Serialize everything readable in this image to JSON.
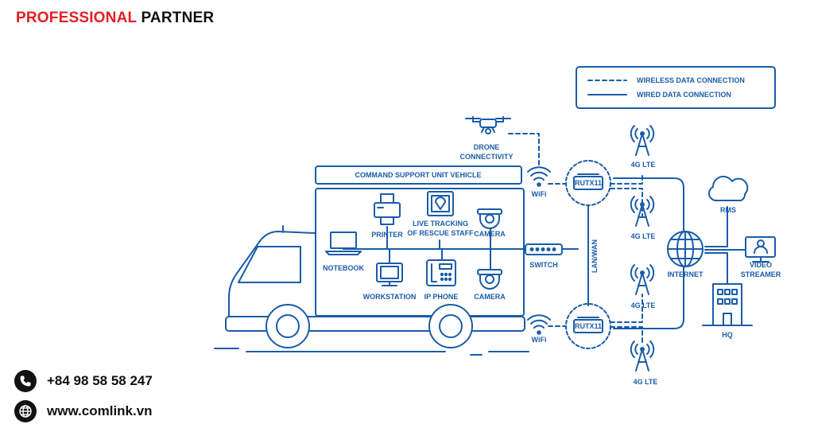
{
  "brand": {
    "word1": "PROFESSIONAL",
    "word2": "PARTNER"
  },
  "legend": {
    "wireless": "WIRELESS DATA CONNECTION",
    "wired": "WIRED DATA CONNECTION"
  },
  "vehicle": {
    "title": "COMMAND SUPPORT UNIT VEHICLE"
  },
  "labels": {
    "notebook": "NOTEBOOK",
    "printer": "PRINTER",
    "live1": "LIVE TRACKING",
    "live2": "OF RESCUE STAFF",
    "camera_top": "CAMERA",
    "workstation": "WORKSTATION",
    "ip_phone": "IP PHONE",
    "camera_bottom": "CAMERA",
    "switch": "SWITCH",
    "drone1": "DRONE",
    "drone2": "CONNECTIVITY",
    "wifi_top": "WiFi",
    "wifi_bottom": "WiFi",
    "router_top": "RUTX11",
    "router_bottom": "RUTX11",
    "lan_wan": "LAN/WAN",
    "lte1": "4G LTE",
    "lte2": "4G LTE",
    "lte3": "4G LTE",
    "lte4": "4G LTE",
    "rms": "RMS",
    "internet": "INTERNET",
    "video1": "VIDEO",
    "video2": "STREAMER",
    "hq": "HQ"
  },
  "contacts": {
    "phone": "+84 98 58 58 247",
    "website": "www.comlink.vn"
  },
  "colors": {
    "diagram": "#1a5ca8",
    "brand_red": "#e21f26",
    "brand_dark": "#111111"
  }
}
